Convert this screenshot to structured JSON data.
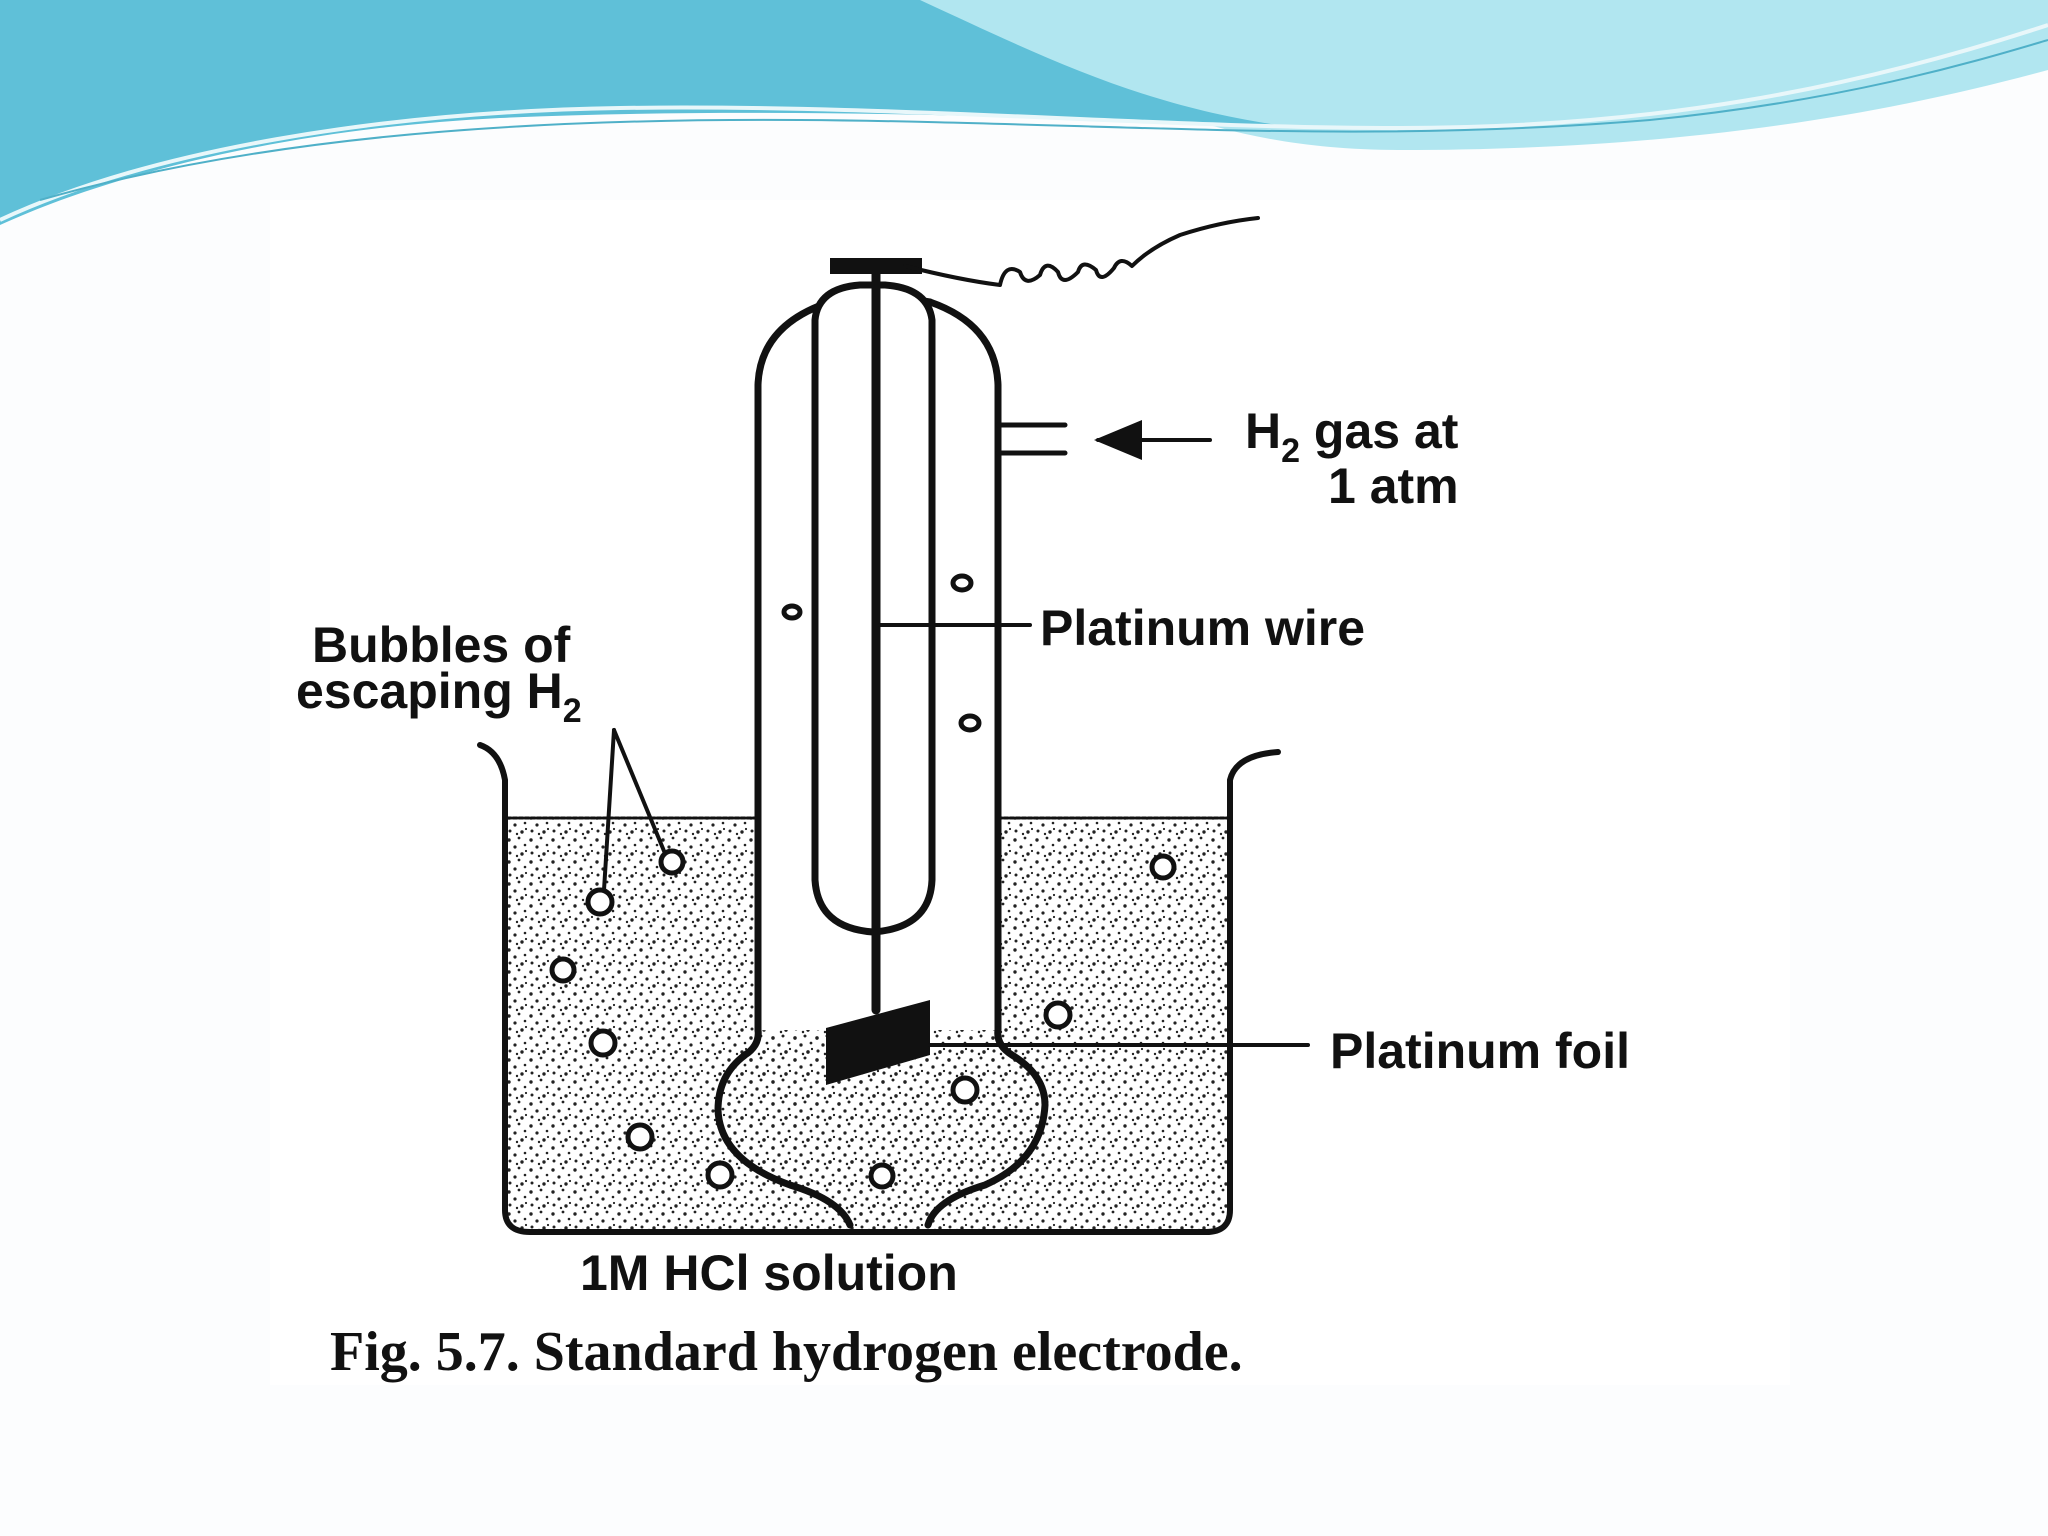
{
  "theme": {
    "background": "#fcfdfe",
    "wave_dark": "#5fc0d8",
    "wave_light": "#a8e3ee",
    "figure_background": "#ffffff",
    "ink": "#111111"
  },
  "figure": {
    "labels": {
      "h2_gas_line1_prefix": "H",
      "h2_gas_line1_sub": "2",
      "h2_gas_line1_rest": " gas at",
      "h2_gas_line2": "1 atm",
      "platinum_wire": "Platinum wire",
      "bubbles_line1": "Bubbles of",
      "bubbles_line2_prefix": "escaping H",
      "bubbles_line2_sub": "2",
      "platinum_foil": "Platinum foil",
      "solution": "1M HCl solution"
    },
    "caption": "Fig. 5.7. Standard hydrogen electrode."
  }
}
